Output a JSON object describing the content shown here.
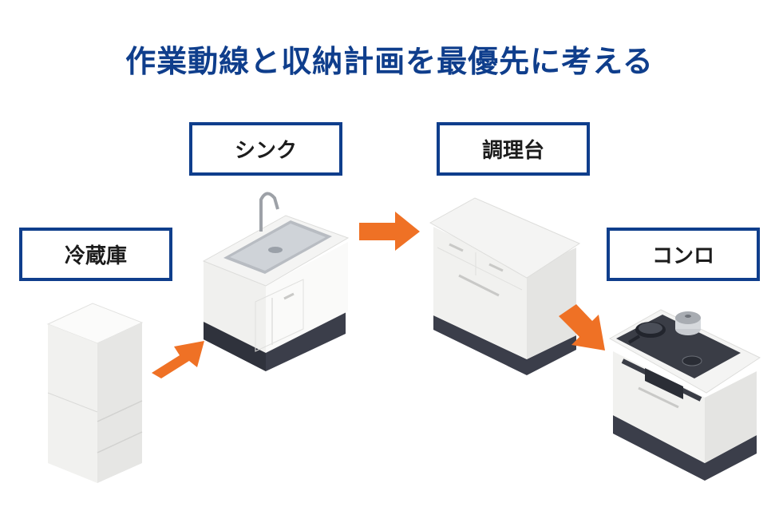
{
  "title": "作業動線と収納計画を最優先に考える",
  "labels": {
    "refrigerator": "冷蔵庫",
    "sink": "シンク",
    "prep_counter": "調理台",
    "stove": "コンロ"
  },
  "colors": {
    "title": "#0f3e8c",
    "box_border": "#0f3e8c",
    "arrow": "#ef7125",
    "cabinet_body": "#f5f5f4",
    "plinth": "#3b3e4a"
  },
  "icons": [
    "refrigerator-icon",
    "sink-cabinet-icon",
    "prep-counter-icon",
    "stove-icon",
    "flow-arrow-icon"
  ]
}
